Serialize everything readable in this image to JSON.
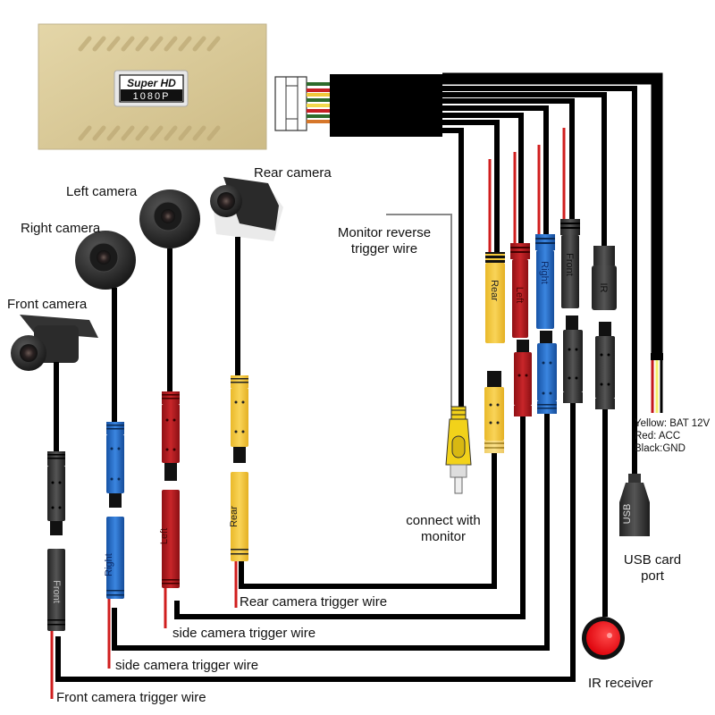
{
  "diagram": {
    "title": "360 Surround View Camera System Wiring",
    "control_box": {
      "badge_top": "Super HD",
      "badge_bottom": "1080P",
      "color": "#d8c898"
    },
    "cameras": [
      {
        "id": "rear",
        "label": "Rear camera",
        "connector_label": "Rear",
        "connector_color": "#f3c83a"
      },
      {
        "id": "left",
        "label": "Left camera",
        "connector_label": "Left",
        "connector_color": "#b3191c"
      },
      {
        "id": "right",
        "label": "Right camera",
        "connector_label": "Right",
        "connector_color": "#1f68c8"
      },
      {
        "id": "front",
        "label": "Front camera",
        "connector_label": "Front",
        "connector_color": "#3a3a3a"
      }
    ],
    "harness_connectors": [
      {
        "label": "Rear",
        "color": "#f3c83a"
      },
      {
        "label": "Left",
        "color": "#b3191c"
      },
      {
        "label": "Right",
        "color": "#1f68c8"
      },
      {
        "label": "Front",
        "color": "#3a3a3a"
      },
      {
        "label": "IR",
        "color": "#2a2a2a"
      }
    ],
    "labels": {
      "monitor_reverse": "Monitor reverse\ntrigger wire",
      "monitor_reverse_l1": "Monitor reverse",
      "monitor_reverse_l2": "trigger wire",
      "connect_monitor_l1": "connect with",
      "connect_monitor_l2": "monitor",
      "power_yellow": "Yellow: BAT 12V",
      "power_red": "Red: ACC",
      "power_black": "Black:GND",
      "usb_connector": "USB",
      "usb_port_l1": "USB card",
      "usb_port_l2": "port",
      "ir_receiver": "IR receiver",
      "rear_trigger": "Rear camera trigger wire",
      "side_trigger_1": "side camera trigger wire",
      "side_trigger_2": "side camera trigger wire",
      "front_trigger": "Front camera trigger wire"
    },
    "colors": {
      "wire": "#000000",
      "trigger_wire": "#d01e1e",
      "rca": "#f2d21a",
      "ir_led": "#e8141a",
      "power_yellow": "#f5ef6a",
      "power_red": "#c4181b"
    }
  }
}
